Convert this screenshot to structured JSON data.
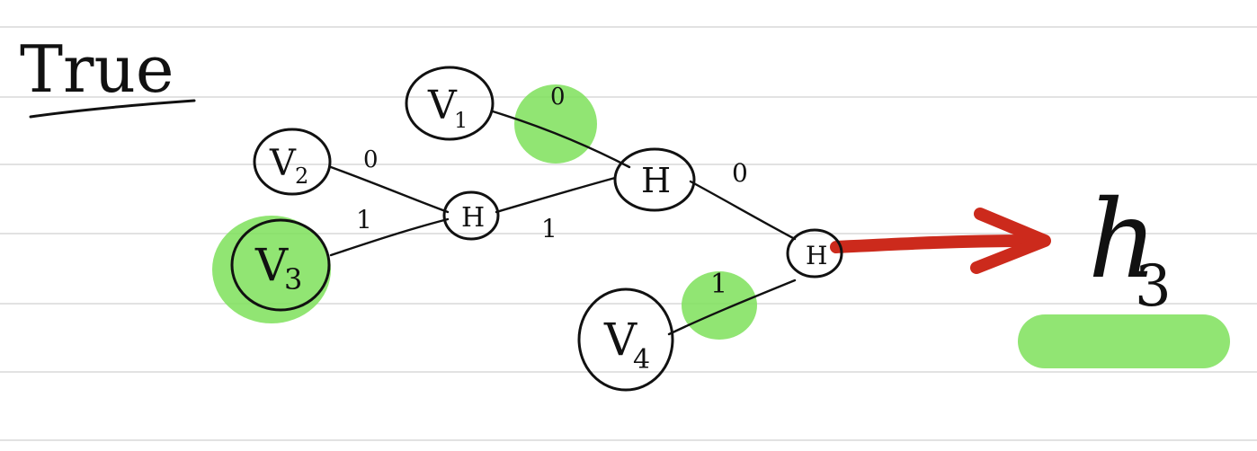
{
  "title": "True",
  "nodes": {
    "v1": {
      "main": "V",
      "sub": "1"
    },
    "v2": {
      "main": "V",
      "sub": "2"
    },
    "v3": {
      "main": "V",
      "sub": "3"
    },
    "v4": {
      "main": "V",
      "sub": "4"
    },
    "h_left": "H",
    "h_mid": "H",
    "h_right": "H"
  },
  "edge_labels": {
    "v1_h_mid": "0",
    "v2_h_left": "0",
    "v3_h_left": "1",
    "h_left_h_mid": "1",
    "h_mid_h_right": "0",
    "v4_h_right": "1"
  },
  "output": {
    "main": "h",
    "sub": "3"
  },
  "colors": {
    "ink": "#111111",
    "highlight": "#7ee05a",
    "arrow": "#cc2a1c",
    "ruled_line": "#d9d9d9"
  }
}
